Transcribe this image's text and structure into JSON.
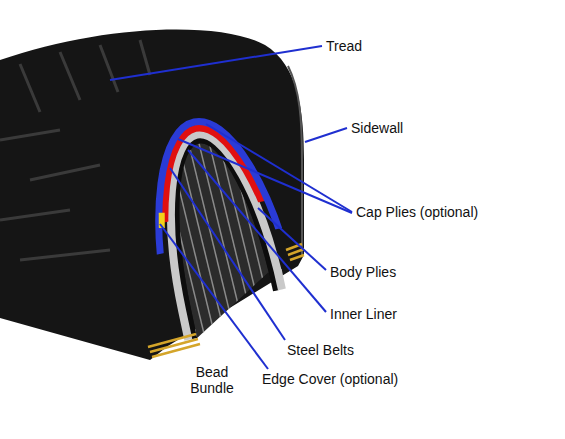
{
  "diagram": {
    "labels": [
      "Tread",
      "Sidewall",
      "Cap Plies (optional)",
      "Body Plies",
      "Inner Liner",
      "Steel Belts",
      "Edge Cover (optional)",
      "Bead Bundle"
    ]
  }
}
